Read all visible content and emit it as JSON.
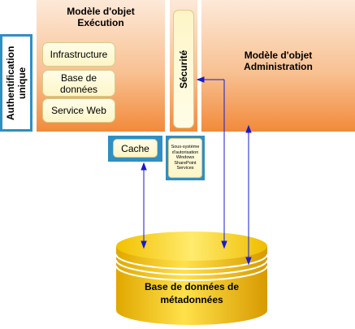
{
  "execution_model": {
    "title": "Modèle d'objet\nExécution",
    "items": [
      "Infrastructure",
      "Base de\ndonnées",
      "Service Web"
    ]
  },
  "sso": {
    "label": "Authentification\nunique"
  },
  "security": {
    "label": "Sécurité"
  },
  "admin_model": {
    "title": "Modèle d'objet\nAdministration"
  },
  "cache": {
    "label": "Cache"
  },
  "auth_subsystem": {
    "label": "Sous-système\nd'autorisation\nWindows\nSharePoint\nServices"
  },
  "database": {
    "label": "Base de données de\nmétadonnées"
  },
  "colors": {
    "panel_orange": "#f28a3a",
    "frame_blue": "#2f8fc2",
    "db_yellow": "#f6c90e",
    "arrow_blue": "#1a1acc"
  }
}
